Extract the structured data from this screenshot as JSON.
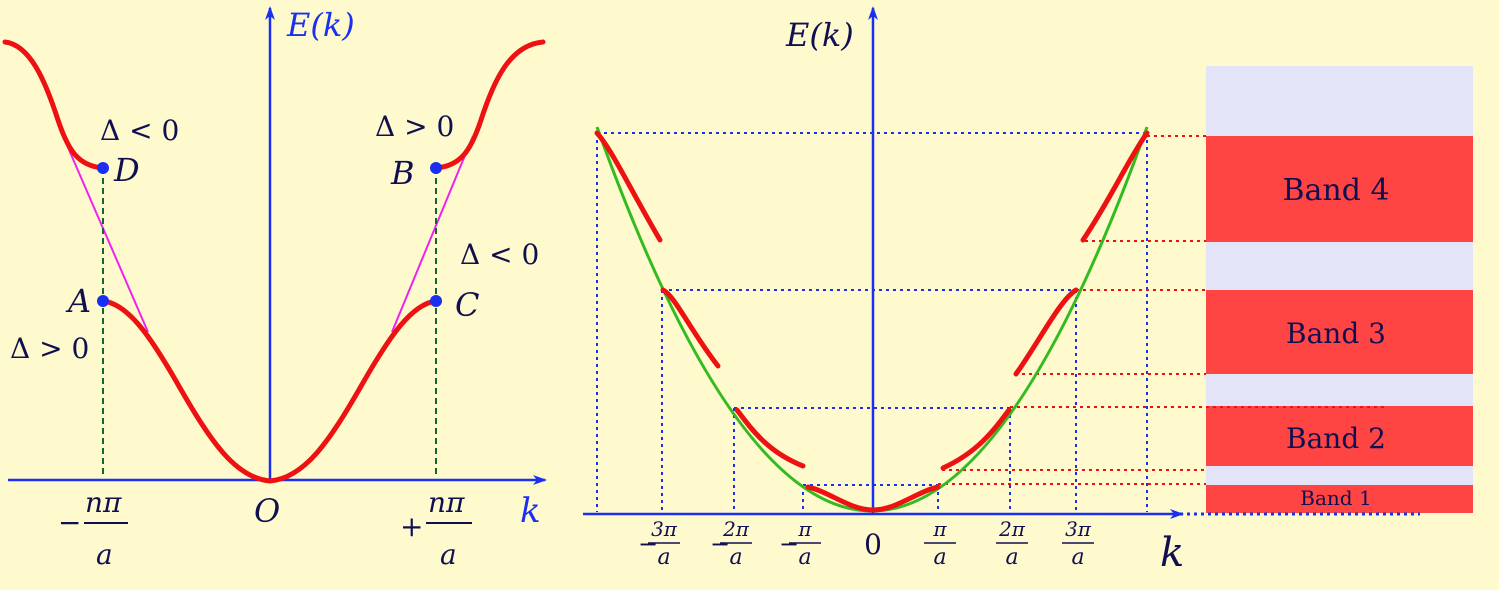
{
  "colors": {
    "background": "#fffacd",
    "axis": "#1a2ff0",
    "curve": "#ee1111",
    "free_parabola": "#33bb22",
    "tangent": "#ee22ee",
    "dropline": "#116633",
    "band_fill": "#ff4444",
    "gap_fill": "#e4e4f8",
    "label_text": "#101050"
  },
  "left_panel": {
    "y_axis_label": "E(k)",
    "x_axis_label": "k",
    "origin_label": "O",
    "minus_tick": {
      "sign": "−",
      "numerator": "nπ",
      "denominator": "a"
    },
    "plus_tick": {
      "sign": "+",
      "numerator": "nπ",
      "denominator": "a"
    },
    "points": [
      {
        "name": "A",
        "label": "A"
      },
      {
        "name": "B",
        "label": "B"
      },
      {
        "name": "C",
        "label": "C"
      },
      {
        "name": "D",
        "label": "D"
      }
    ],
    "delta_labels": {
      "top_left": "Δ < 0",
      "top_right": "Δ > 0",
      "mid_right": "Δ < 0",
      "mid_left": "Δ > 0"
    }
  },
  "right_panel": {
    "y_axis_label": "E(k)",
    "x_axis_label": "k",
    "zero_label": "0",
    "ticks": [
      {
        "sign": "−",
        "numerator": "3π",
        "denominator": "a"
      },
      {
        "sign": "−",
        "numerator": "2π",
        "denominator": "a"
      },
      {
        "sign": "−",
        "numerator": "π",
        "denominator": "a"
      },
      {
        "sign": "",
        "numerator": "π",
        "denominator": "a"
      },
      {
        "sign": "",
        "numerator": "2π",
        "denominator": "a"
      },
      {
        "sign": "",
        "numerator": "3π",
        "denominator": "a"
      }
    ]
  },
  "bands": [
    {
      "label": "Band 4"
    },
    {
      "label": "Band 3"
    },
    {
      "label": "Band 2"
    },
    {
      "label": "Band 1"
    }
  ]
}
